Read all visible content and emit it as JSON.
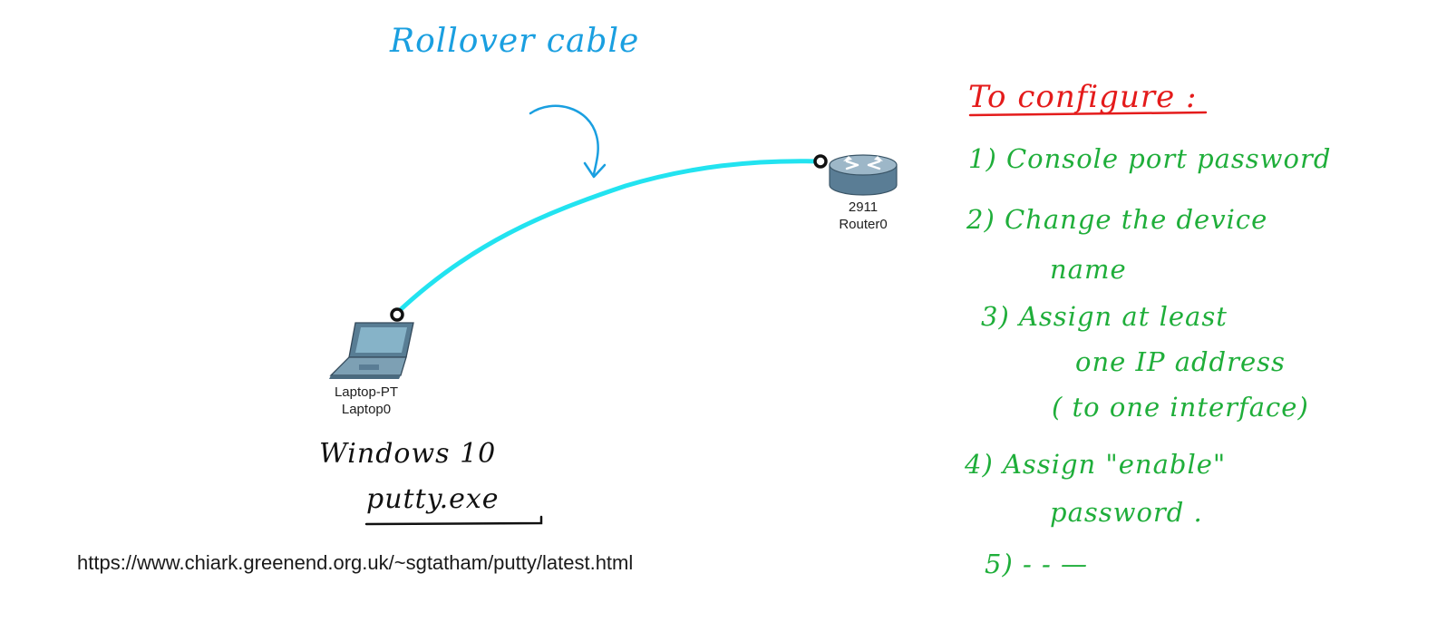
{
  "annotations": {
    "cable_note": "Rollover cable",
    "os_note": "Windows 10",
    "app_note": "putty.exe"
  },
  "devices": {
    "router": {
      "model": "2911",
      "name": "Router0"
    },
    "laptop": {
      "model": "Laptop-PT",
      "name": "Laptop0"
    }
  },
  "url": "https://www.chiark.greenend.org.uk/~sgtatham/putty/latest.html",
  "todo": {
    "title": "To configure :",
    "items": [
      "1) Console port password",
      "2) Change the device",
      "name",
      "3) Assign at least",
      "one IP address",
      "( to one interface)",
      "4) Assign \"enable\"",
      "password .",
      "5) - - —"
    ]
  },
  "colors": {
    "cable": "#22e3f0",
    "annotation_blue": "#1a9fe0",
    "heading_red": "#e41b1b",
    "list_green": "#1fae3a"
  }
}
